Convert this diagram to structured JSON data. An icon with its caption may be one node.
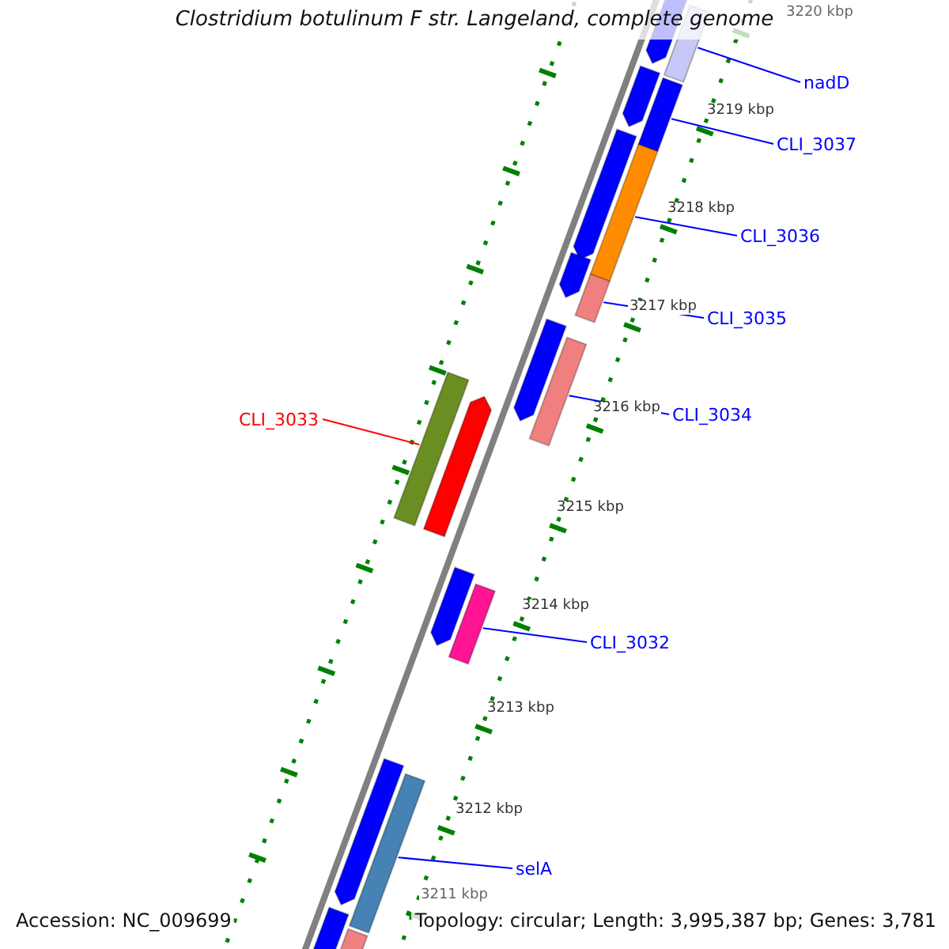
{
  "diagram": {
    "title": "Clostridium botulinum F str. Langeland, complete genome",
    "nodes": [
      {
        "text": [
          "nadD"
        ]
      },
      {
        "text": [],
        "shape": "bar"
      },
      {
        "text": [
          "CLI_3037"
        ]
      },
      {
        "text": [],
        "shape": "bar"
      },
      {
        "text": [
          "CLI_3036"
        ]
      },
      {
        "text": [],
        "shape": "bar"
      },
      {
        "text": [
          "CLI_3035"
        ]
      },
      {
        "text": [],
        "shape": "bar"
      },
      {
        "text": [
          "CLI_3034"
        ]
      },
      {
        "text": [],
        "shape": "bar"
      },
      {
        "text": [
          "CLI_3033"
        ]
      },
      {
        "text": [],
        "shape": "bar"
      },
      {
        "text": [
          "CLI_3032"
        ]
      },
      {
        "text": [],
        "shape": "bar"
      },
      {
        "text": [
          "selA"
        ]
      },
      {
        "text": [],
        "shape": "bar"
      },
      {
        "text": [],
        "shape": "arrow"
      },
      {
        "text": [],
        "shape": "arrow"
      },
      {
        "text": [],
        "shape": "arrow"
      },
      {
        "text": [],
        "shape": "arrow"
      },
      {
        "text": [],
        "shape": "arrow"
      },
      {
        "text": [],
        "shape": "arrow"
      },
      {
        "text": [],
        "shape": "arrow"
      },
      {
        "text": [],
        "shape": "arrow"
      },
      {
        "text": [],
        "shape": "bar"
      },
      {
        "text": [],
        "shape": "bar"
      }
    ],
    "edges": [
      {
        "from": 0,
        "to": 1,
        "arrow": "none"
      },
      {
        "from": 2,
        "to": 3,
        "arrow": "none"
      },
      {
        "from": 4,
        "to": 5,
        "arrow": "none"
      },
      {
        "from": 6,
        "to": 7,
        "arrow": "none"
      },
      {
        "from": 8,
        "to": 9,
        "arrow": "none"
      },
      {
        "from": 10,
        "to": 11,
        "arrow": "none",
        "color": "#ff0000"
      },
      {
        "from": 12,
        "to": 13,
        "arrow": "none"
      },
      {
        "from": 14,
        "to": 15,
        "arrow": "none"
      }
    ],
    "labels": [
      "3220 kbp",
      "3219 kbp",
      "3218 kbp",
      "3217 kbp",
      "3216 kbp",
      "3215 kbp",
      "3214 kbp",
      "3213 kbp",
      "3212 kbp",
      "3211 kbp",
      "Accession: NC_009699",
      "Topology: circular; Length: 3,995,387 bp; Genes: 3,781"
    ]
  }
}
